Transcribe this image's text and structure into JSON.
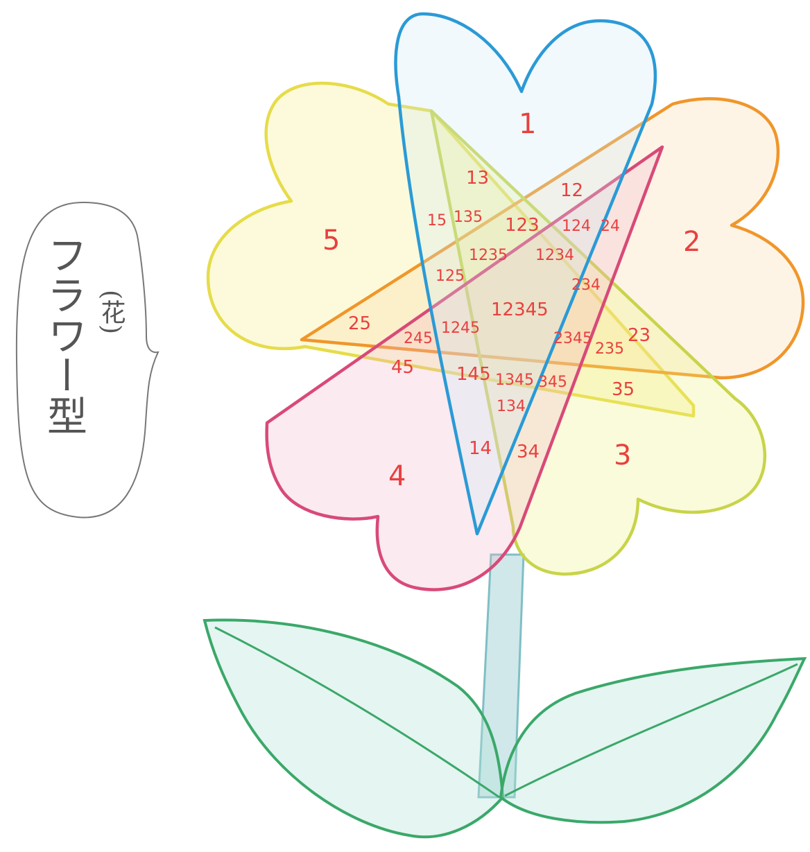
{
  "bubble": {
    "title": "フラワー型",
    "note": "(花)"
  },
  "venn": {
    "sets": [
      {
        "label": "1",
        "shape": "heart",
        "color": "#2a9ad6"
      },
      {
        "label": "2",
        "shape": "orange-petal",
        "color": "#f0962a"
      },
      {
        "label": "3",
        "shape": "yellow-green-petal",
        "color": "#c8d44a"
      },
      {
        "label": "4",
        "shape": "pink-petal",
        "color": "#d84a78"
      },
      {
        "label": "5",
        "shape": "yellow-petal",
        "color": "#e6dc4a"
      }
    ],
    "regions": [
      "13",
      "12",
      "15",
      "135",
      "123",
      "124",
      "24",
      "1235",
      "1234",
      "125",
      "234",
      "12345",
      "25",
      "245",
      "1245",
      "2345",
      "235",
      "23",
      "45",
      "145",
      "1345",
      "345",
      "35",
      "134",
      "14",
      "34"
    ]
  },
  "colors": {
    "label_red": "#e8403f",
    "stem": "#7fbfc4",
    "leaf": "#3aa86a",
    "bubble_line": "#777777"
  }
}
